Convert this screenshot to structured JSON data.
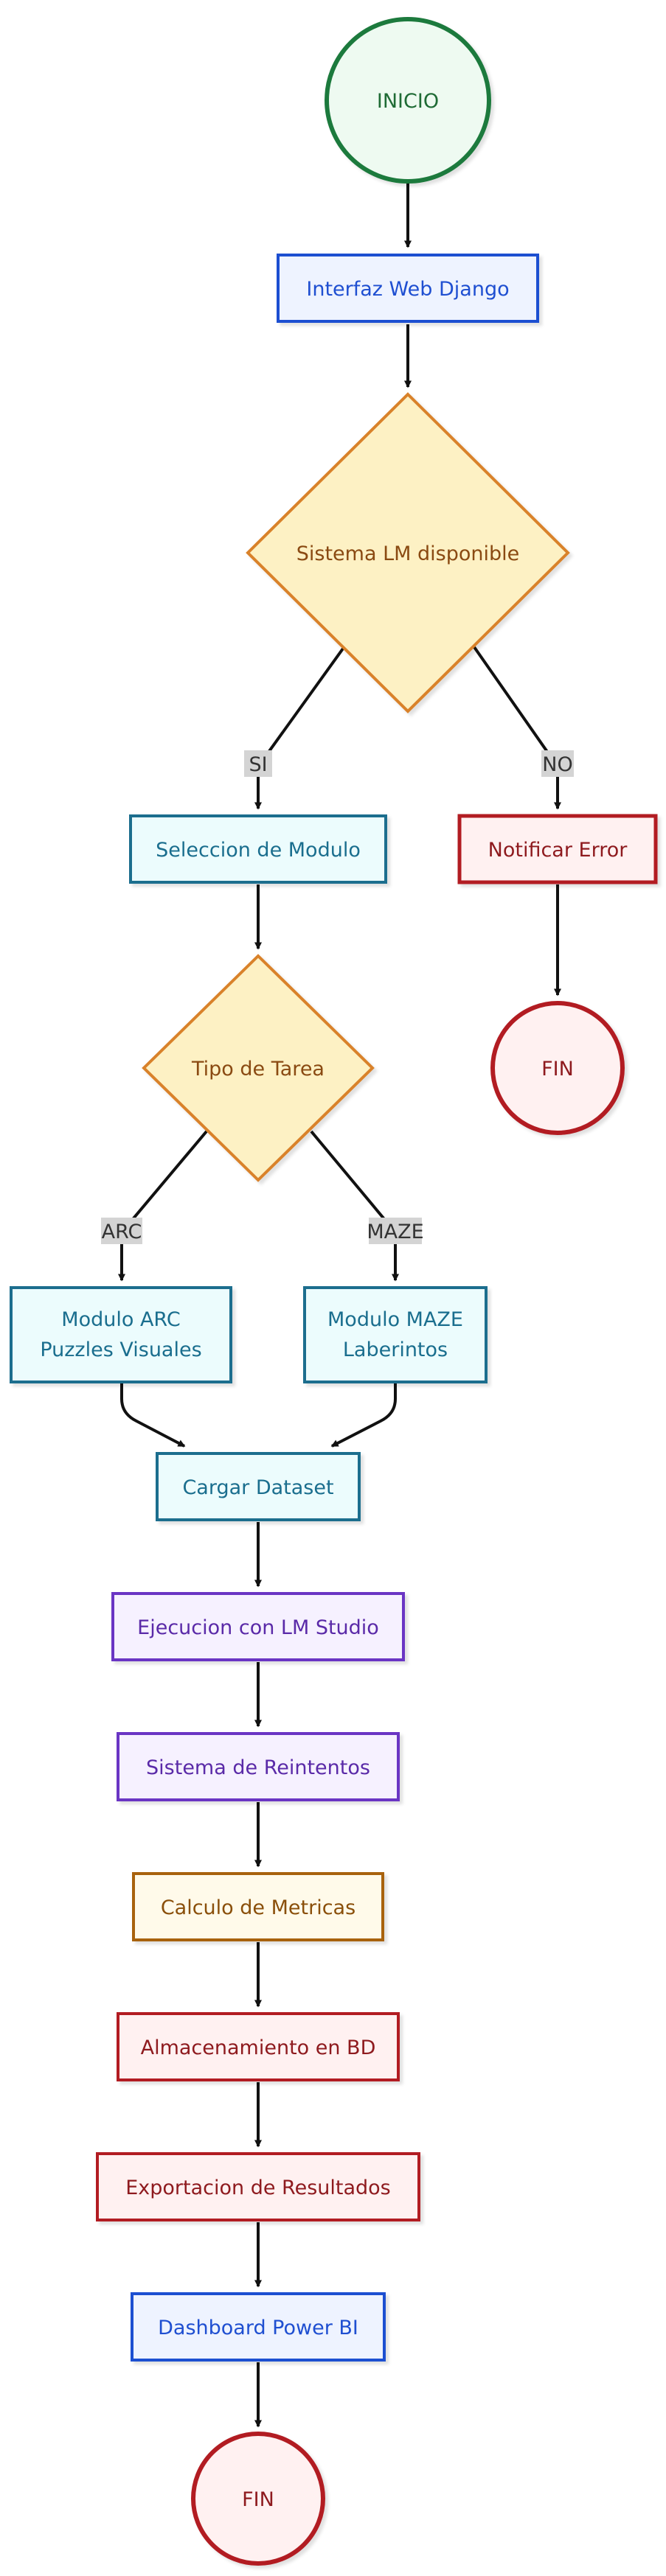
{
  "nodes": {
    "inicio": "INICIO",
    "interfaz": "Interfaz Web Django",
    "sistema_lm": "Sistema LM disponible",
    "seleccion": "Seleccion de Modulo",
    "notificar": "Notificar Error",
    "fin_error": "FIN",
    "tipo_tarea": "Tipo de Tarea",
    "modulo_arc_line1": "Modulo ARC",
    "modulo_arc_line2": "Puzzles Visuales",
    "modulo_maze_line1": "Modulo MAZE",
    "modulo_maze_line2": "Laberintos",
    "cargar": "Cargar Dataset",
    "ejecucion": "Ejecucion con LM Studio",
    "reintentos": "Sistema de Reintentos",
    "metricas": "Calculo de Metricas",
    "almacenamiento": "Almacenamiento en BD",
    "exportacion": "Exportacion de Resultados",
    "dashboard": "Dashboard Power BI",
    "fin_final": "FIN"
  },
  "edge_labels": {
    "si": "SI",
    "no": "NO",
    "arc": "ARC",
    "maze": "MAZE"
  },
  "colors": {
    "start_stroke": "#1f7a3c",
    "start_fill": "#eefaf1",
    "start_text": "#1f6b35",
    "web_stroke": "#1f4fd1",
    "web_fill": "#eef3ff",
    "web_text": "#1f4fd1",
    "decision_stroke": "#d9822b",
    "decision_fill": "#fdf1c4",
    "decision_text": "#8a4a12",
    "module_stroke": "#1a6e8e",
    "module_fill": "#ecfcfd",
    "module_text": "#1a6e8e",
    "exec_stroke": "#6a35c4",
    "exec_fill": "#f6f1ff",
    "exec_text": "#5a2aa8",
    "metric_stroke": "#a8620f",
    "metric_fill": "#fffaea",
    "metric_text": "#8a4f0a",
    "error_stroke": "#b21f24",
    "error_fill": "#fff1f1",
    "error_text": "#8e1a1e",
    "edge": "#111111",
    "label_bg": "#d4d4d4"
  }
}
